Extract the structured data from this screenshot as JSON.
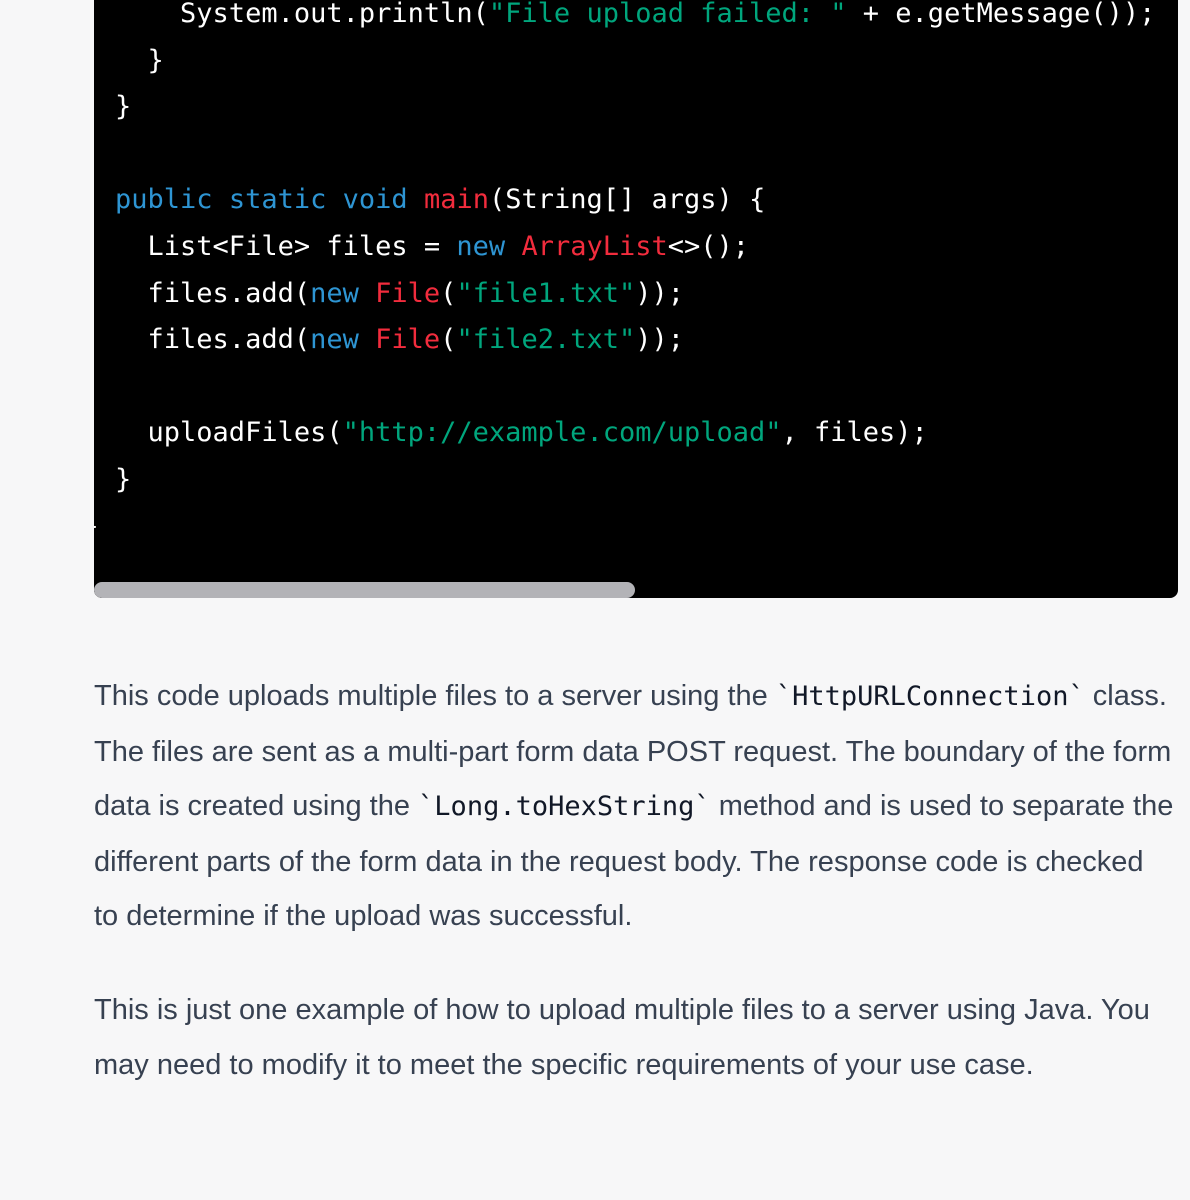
{
  "code_block": {
    "language": "java",
    "lines": [
      [
        {
          "t": "        System.out.println(",
          "c": ""
        },
        {
          "t": "\"File upload failed: \"",
          "c": "str"
        },
        {
          "t": " + e.getMessage());",
          "c": ""
        }
      ],
      [
        {
          "t": "      }",
          "c": ""
        }
      ],
      [
        {
          "t": "    }",
          "c": ""
        }
      ],
      [
        {
          "t": "",
          "c": ""
        }
      ],
      [
        {
          "t": "    ",
          "c": ""
        },
        {
          "t": "public",
          "c": "kw"
        },
        {
          "t": " ",
          "c": ""
        },
        {
          "t": "static",
          "c": "kw"
        },
        {
          "t": " ",
          "c": ""
        },
        {
          "t": "void",
          "c": "kw"
        },
        {
          "t": " ",
          "c": ""
        },
        {
          "t": "main",
          "c": "fn"
        },
        {
          "t": "(String[] args) {",
          "c": ""
        }
      ],
      [
        {
          "t": "      List<File> files = ",
          "c": ""
        },
        {
          "t": "new",
          "c": "kw"
        },
        {
          "t": " ",
          "c": ""
        },
        {
          "t": "ArrayList",
          "c": "fn"
        },
        {
          "t": "<>();",
          "c": ""
        }
      ],
      [
        {
          "t": "      files.add(",
          "c": ""
        },
        {
          "t": "new",
          "c": "kw"
        },
        {
          "t": " ",
          "c": ""
        },
        {
          "t": "File",
          "c": "fn"
        },
        {
          "t": "(",
          "c": ""
        },
        {
          "t": "\"file1.txt\"",
          "c": "str"
        },
        {
          "t": "));",
          "c": ""
        }
      ],
      [
        {
          "t": "      files.add(",
          "c": ""
        },
        {
          "t": "new",
          "c": "kw"
        },
        {
          "t": " ",
          "c": ""
        },
        {
          "t": "File",
          "c": "fn"
        },
        {
          "t": "(",
          "c": ""
        },
        {
          "t": "\"file2.txt\"",
          "c": "str"
        },
        {
          "t": "));",
          "c": ""
        }
      ],
      [
        {
          "t": "",
          "c": ""
        }
      ],
      [
        {
          "t": "      uploadFiles(",
          "c": ""
        },
        {
          "t": "\"http://example.com/upload\"",
          "c": "str"
        },
        {
          "t": ", files);",
          "c": ""
        }
      ],
      [
        {
          "t": "    }",
          "c": ""
        }
      ],
      [
        {
          "t": "  }",
          "c": ""
        }
      ]
    ]
  },
  "prose": {
    "p1": {
      "a": "This code uploads multiple files to a server using the ",
      "code1": "`HttpURLConnection`",
      "b": " class. The files are sent as a multi-part form data POST request. The boundary of the form data is created using the ",
      "code2": "`Long.toHexString`",
      "c": " method and is used to separate the different parts of the form data in the request body. The response code is checked to determine if the upload was successful."
    },
    "p2": "This is just one example of how to upload multiple files to a server using Java. You may need to modify it to meet the specific requirements of your use case."
  },
  "colors": {
    "keyword": "#2e95d3",
    "function": "#f22c3d",
    "string": "#00a67d",
    "code_bg": "#000000",
    "page_bg": "#f7f7f8"
  }
}
